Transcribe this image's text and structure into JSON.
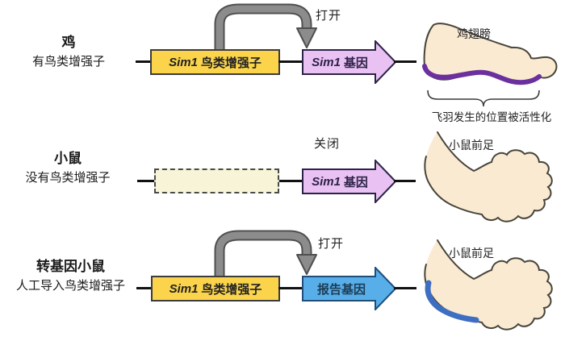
{
  "figure": {
    "rows": [
      {
        "title": "鸡",
        "subtitle": "有鸟类增强子",
        "switch_label": "打开",
        "enhancer_label_prefix": "Sim1",
        "enhancer_label_rest": "鸟类增强子",
        "gene_label_prefix": "Sim1",
        "gene_label_rest": "基因",
        "illustration_label": "鸡翅膀",
        "caption": "飞羽发生的位置被活性化"
      },
      {
        "title": "小鼠",
        "subtitle": "没有鸟类增强子",
        "switch_label": "关闭",
        "gene_label_prefix": "Sim1",
        "gene_label_rest": "基因",
        "illustration_label": "小鼠前足"
      },
      {
        "title": "转基因小鼠",
        "subtitle": "人工导入鸟类增强子",
        "switch_label": "打开",
        "enhancer_label_prefix": "Sim1",
        "enhancer_label_rest": "鸟类增强子",
        "gene_label_prefix": "",
        "gene_label_rest": "报告基因",
        "illustration_label": "小鼠前足"
      }
    ],
    "colors": {
      "enhancer_fill": "#fbd44c",
      "enhancer_missing_fill": "#f8f4d8",
      "sim1_arrow_fill": "#e9c2f3",
      "sim1_arrow_border": "#2d2347",
      "reporter_arrow_fill": "#58aee9",
      "reporter_arrow_border": "#1e4e79",
      "curved_arrow_fill": "#8c8c8c",
      "curved_arrow_border": "#4f4f4f",
      "limb_fill": "#faead2",
      "limb_outline": "#47443a",
      "activated_stroke_purple": "#6b2f9e",
      "activated_stroke_blue": "#3e6ec2",
      "dna_line": "#111111"
    }
  }
}
